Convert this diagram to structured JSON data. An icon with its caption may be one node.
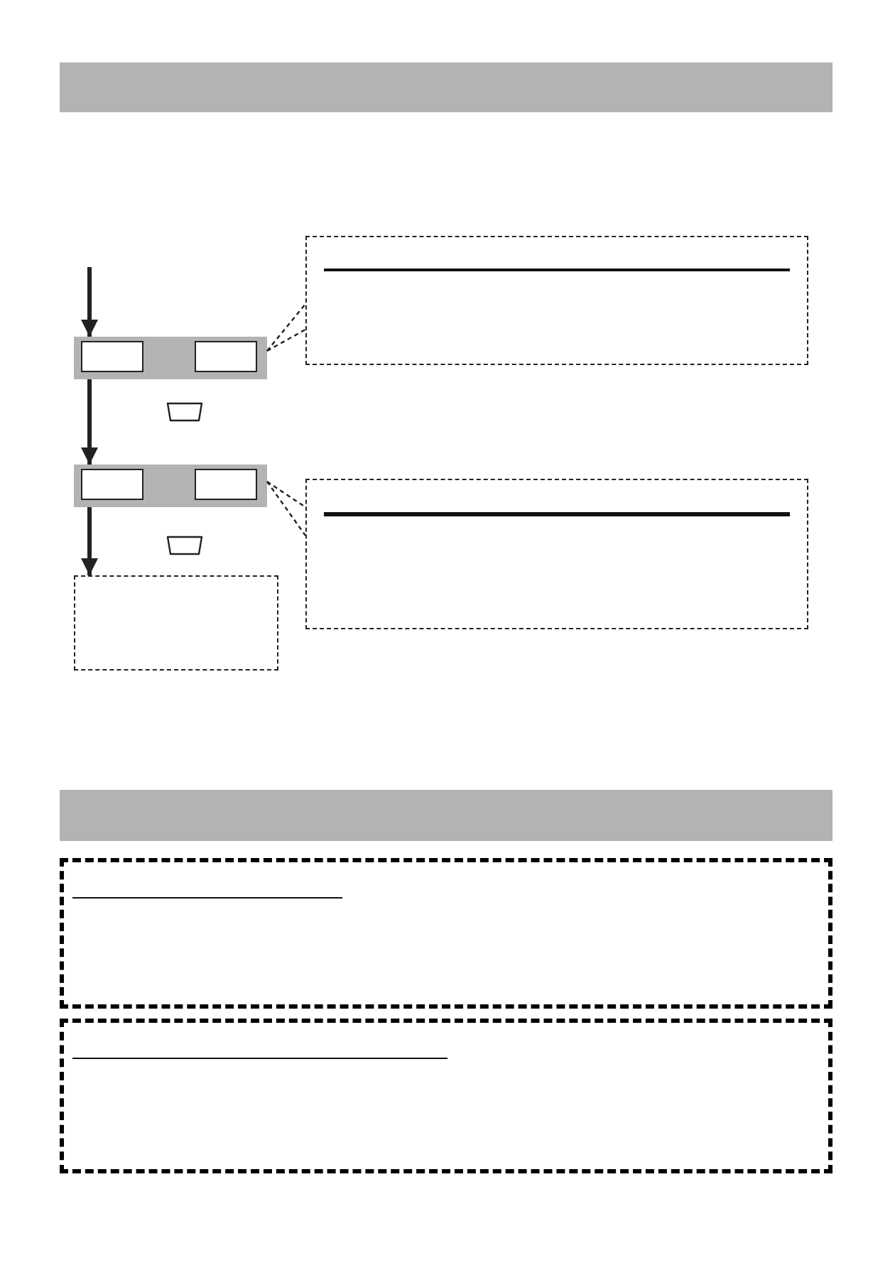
{
  "diagram": {
    "nodes": [
      {
        "text": [],
        "shape": "bar"
      },
      {
        "text": [],
        "shape": "bar"
      },
      {
        "text": [],
        "shape": "box",
        "in": 1
      },
      {
        "text": [],
        "shape": "box",
        "in": 1
      },
      {
        "text": [],
        "shape": "bar"
      },
      {
        "text": [],
        "shape": "box",
        "in": 4
      },
      {
        "text": [],
        "shape": "box",
        "in": 4
      },
      {
        "text": [],
        "shape": "box"
      },
      {
        "text": [],
        "shape": "box"
      },
      {
        "text": [],
        "shape": "box"
      },
      {
        "text": [],
        "shape": "bar"
      },
      {
        "text": [],
        "shape": "box"
      },
      {
        "text": [],
        "shape": "box"
      }
    ],
    "edges": [
      {
        "from": null,
        "to": 1,
        "arrow": "to",
        "style": "thick"
      },
      {
        "from": 1,
        "to": 4,
        "arrow": "to",
        "style": "thick"
      },
      {
        "from": 4,
        "to": 7,
        "arrow": "to",
        "style": "thick"
      },
      {
        "from": 1,
        "to": 8,
        "arrow": "none",
        "style": "dashed"
      },
      {
        "from": 1,
        "to": 8,
        "arrow": "none",
        "style": "dashed"
      },
      {
        "from": 4,
        "to": 9,
        "arrow": "none",
        "style": "dashed"
      },
      {
        "from": 4,
        "to": 9,
        "arrow": "none",
        "style": "dashed"
      }
    ]
  }
}
